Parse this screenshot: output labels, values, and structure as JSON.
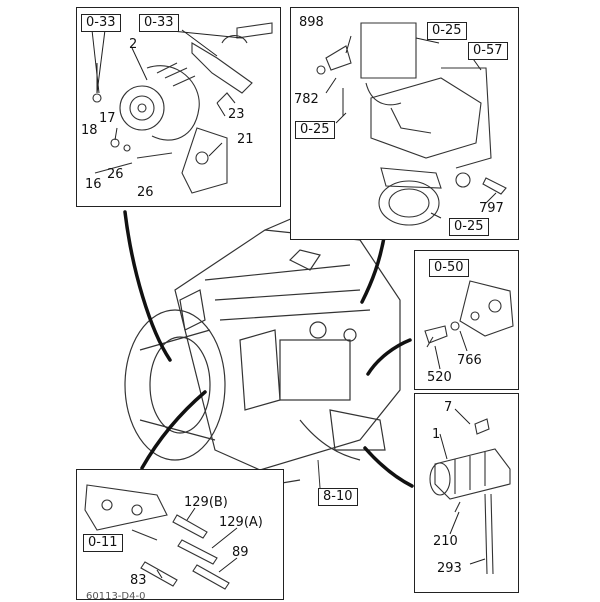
{
  "panels": {
    "alternator": {
      "refs": [
        "0-33",
        "0-33"
      ],
      "parts": [
        "2",
        "17",
        "18",
        "16",
        "26",
        "26",
        "23",
        "21"
      ]
    },
    "turbo": {
      "refs": [
        "0-25",
        "0-57",
        "0-25",
        "0-25"
      ],
      "parts": [
        "898",
        "782",
        "797"
      ]
    },
    "sensor": {
      "refs": [
        "0-50"
      ],
      "parts": [
        "766",
        "520"
      ]
    },
    "starter": {
      "parts": [
        "7",
        "1",
        "210",
        "293"
      ]
    },
    "glowplug": {
      "refs": [
        "0-11"
      ],
      "parts": [
        "129(B)",
        "129(A)",
        "89",
        "83"
      ]
    }
  },
  "main": {
    "refs": [
      "8-10"
    ]
  },
  "footer": {
    "code": "60113-D4-0"
  }
}
